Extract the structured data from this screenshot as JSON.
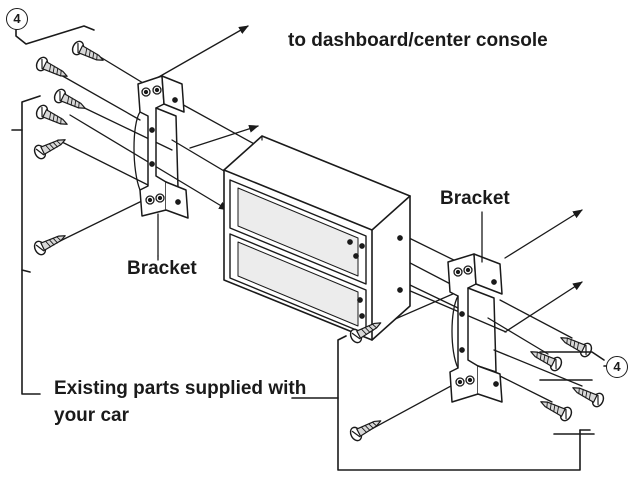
{
  "labels": {
    "destination": "to dashboard/center console",
    "bracket_left": "Bracket",
    "bracket_right": "Bracket",
    "existing_parts_line1": "Existing parts supplied with",
    "existing_parts_line2": "your car",
    "callout_left": "4",
    "callout_right": "4"
  },
  "colors": {
    "line": "#1a1a1a",
    "fill": "#ffffff",
    "shade": "#d8d8d8"
  }
}
